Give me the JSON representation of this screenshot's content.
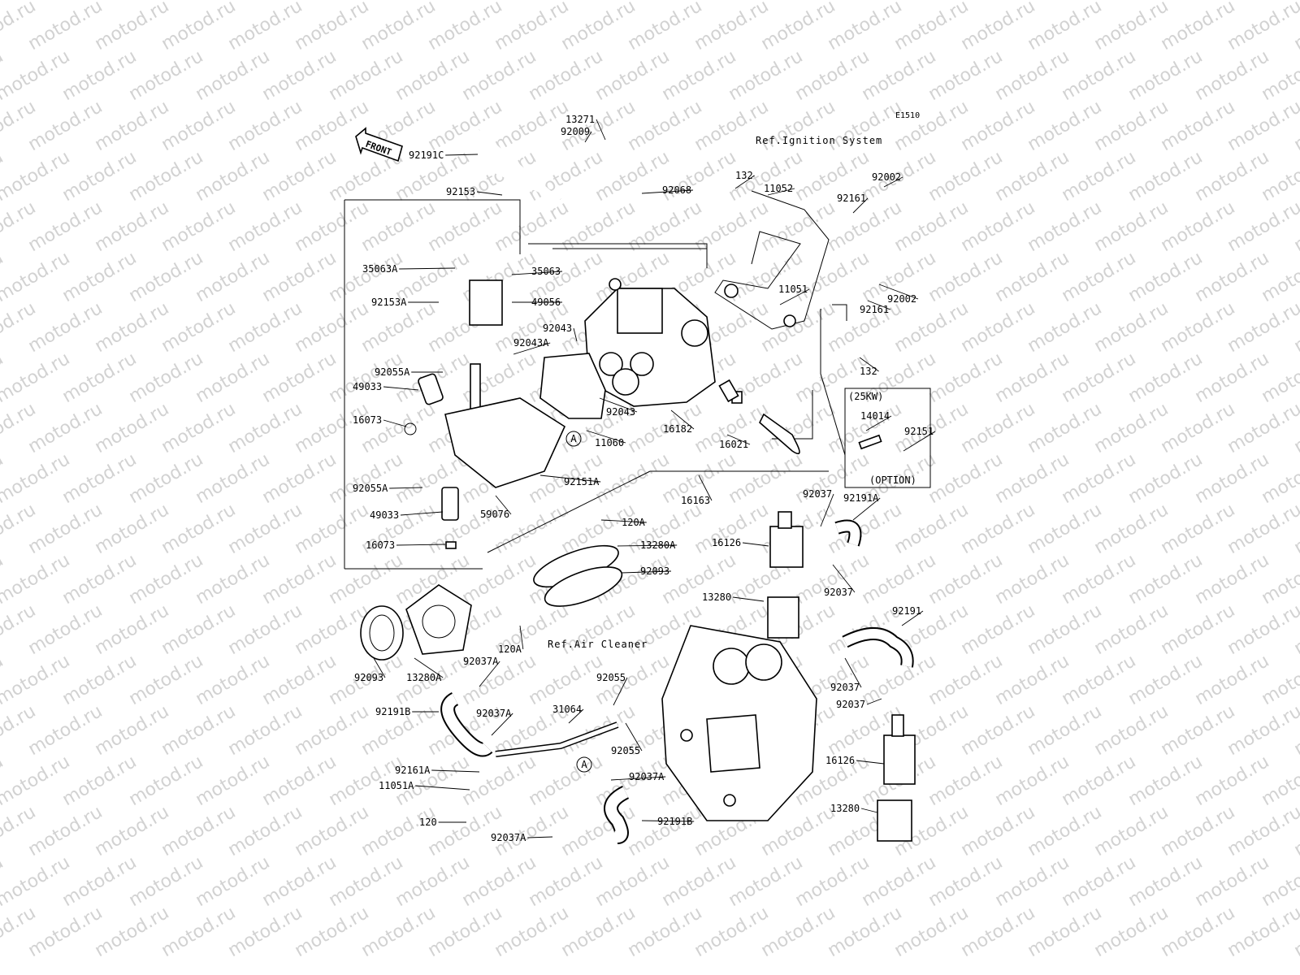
{
  "diagram_id": "E1510",
  "front_label": "FRONT",
  "watermark": "motod.ru",
  "refs": {
    "ignition": "Ref.Ignition System",
    "air_cleaner": "Ref.Air Cleaner"
  },
  "box_25kw": {
    "title": "(25KW)",
    "footer": "(OPTION)"
  },
  "callouts": {
    "a_left": "A",
    "a_right": "A"
  },
  "parts": [
    "13271",
    "92009",
    "92191C",
    "92068",
    "132",
    "11052",
    "92002",
    "92161",
    "92153",
    "35063A",
    "35063",
    "92153A",
    "49056",
    "11051",
    "92043",
    "92043A",
    "92161",
    "92002",
    "132",
    "92055A",
    "49033",
    "16073",
    "92043",
    "11060",
    "16182",
    "16021",
    "14014",
    "92151",
    "92151A",
    "16163",
    "92055A",
    "59076",
    "49033",
    "120A",
    "13280A",
    "92037",
    "92191A",
    "16126",
    "16073",
    "92093",
    "13280",
    "92037",
    "120A",
    "92093",
    "13280A",
    "92037A",
    "92191",
    "92055",
    "92191B",
    "92037A",
    "31064",
    "92055",
    "92037",
    "92037",
    "92161A",
    "11051A",
    "120",
    "92037A",
    "92037A",
    "92191B",
    "16126",
    "13280"
  ]
}
